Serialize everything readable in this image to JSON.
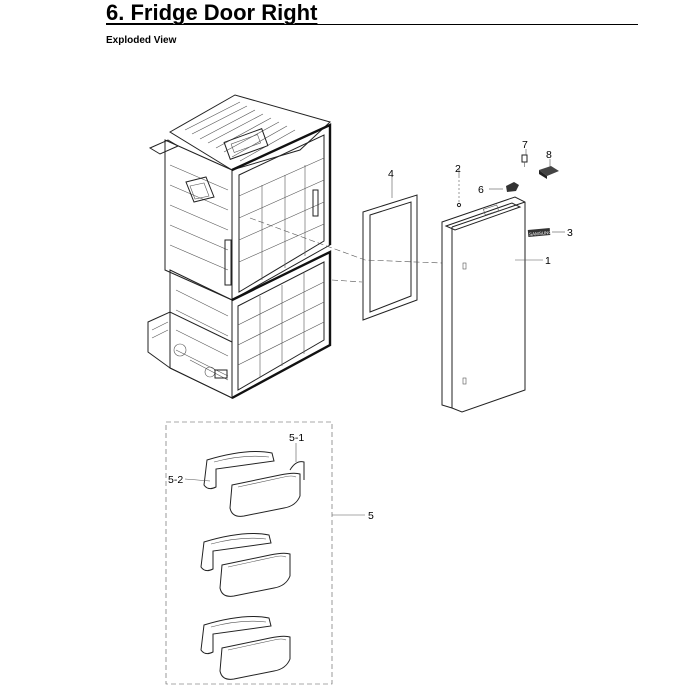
{
  "page": {
    "title": "6.  Fridge Door Right",
    "subtitle": "Exploded View"
  },
  "callouts": {
    "c1": "1",
    "c2": "2",
    "c3": "3",
    "c4": "4",
    "c5": "5",
    "c5_1": "5-1",
    "c5_2": "5-2",
    "c6": "6",
    "c7": "7",
    "c8": "8"
  },
  "parts": {
    "logo_badge_text": "SAMSUNG"
  }
}
